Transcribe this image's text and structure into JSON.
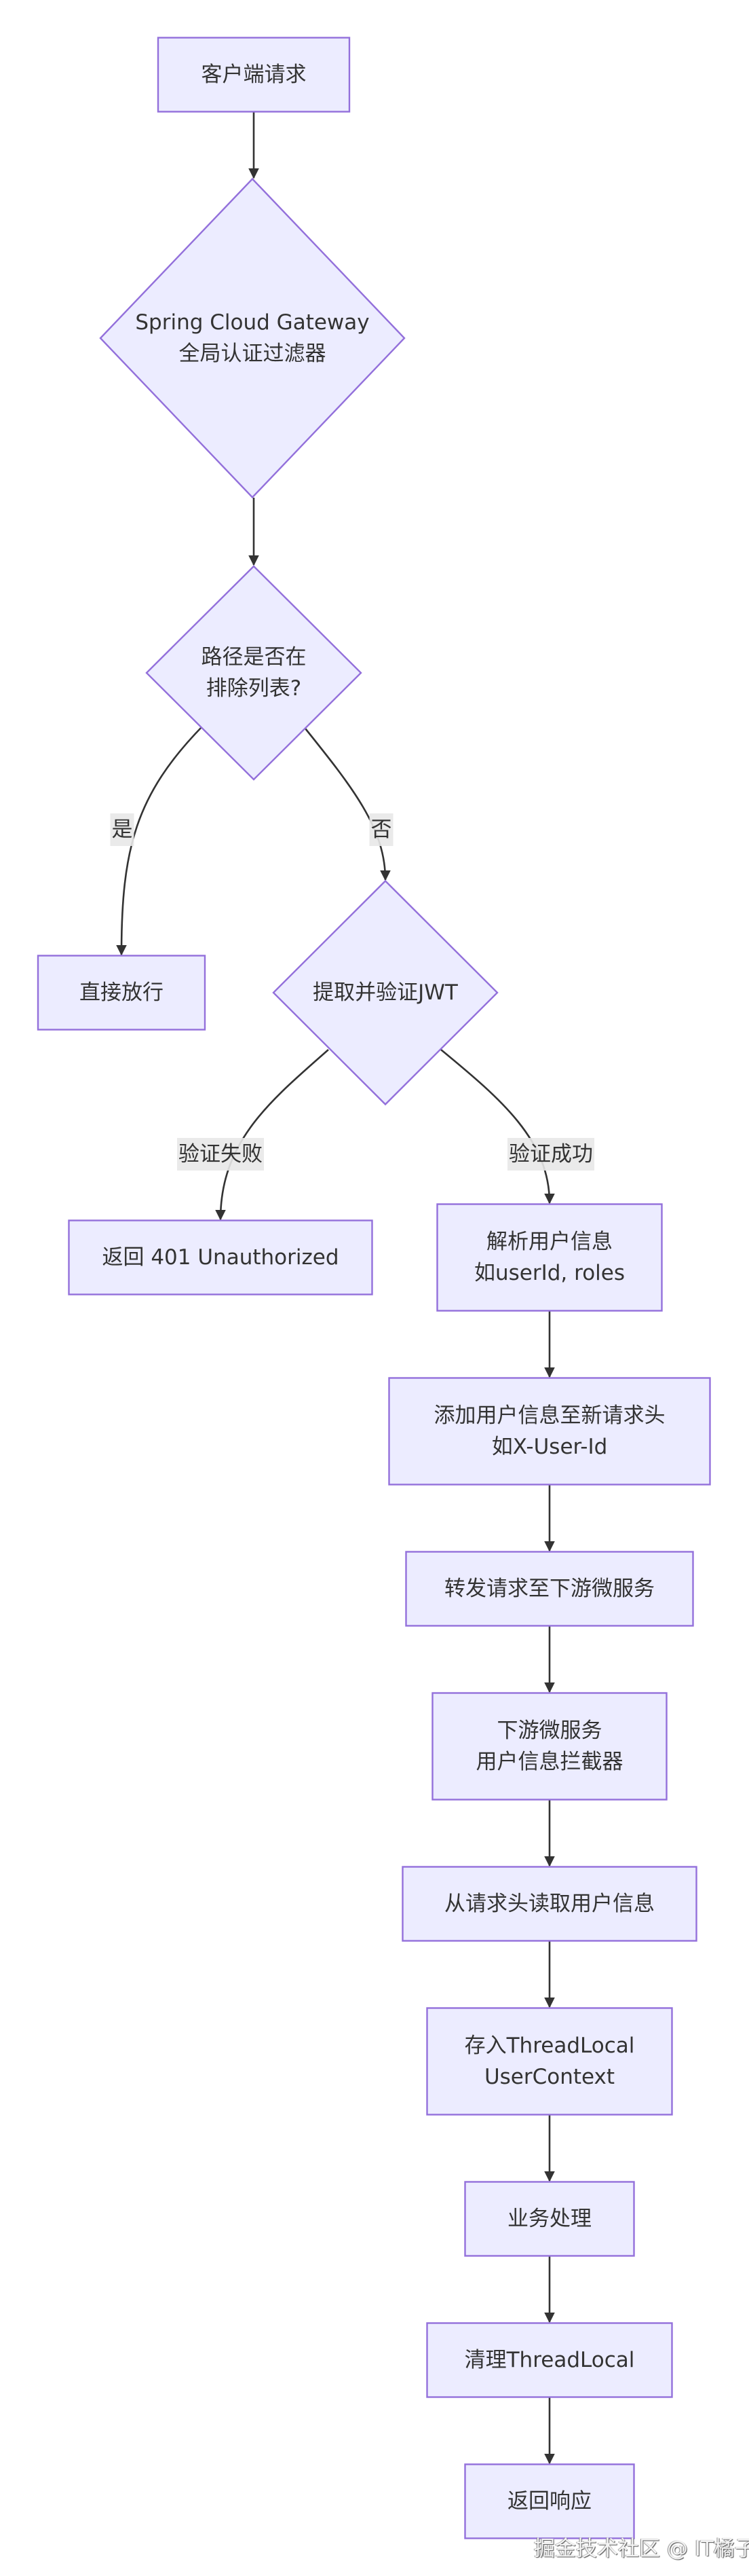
{
  "diagram": {
    "type": "flowchart",
    "direction": "top-down",
    "colors": {
      "node_fill": "#ECECFF",
      "node_stroke": "#9370DB",
      "edge": "#333333",
      "text": "#333333",
      "edge_label_bg": "#E8E8E8"
    },
    "nodes": [
      {
        "id": "client",
        "shape": "rect",
        "lines": [
          "客户端请求"
        ]
      },
      {
        "id": "gateway",
        "shape": "diamond",
        "lines": [
          "Spring Cloud Gateway",
          "全局认证过滤器"
        ]
      },
      {
        "id": "excluded",
        "shape": "diamond",
        "lines": [
          "路径是否在",
          "排除列表?"
        ]
      },
      {
        "id": "pass",
        "shape": "rect",
        "lines": [
          "直接放行"
        ]
      },
      {
        "id": "verify",
        "shape": "diamond",
        "lines": [
          "提取并验证JWT"
        ]
      },
      {
        "id": "unauth",
        "shape": "rect",
        "lines": [
          "返回 401 Unauthorized"
        ]
      },
      {
        "id": "parse",
        "shape": "rect",
        "lines": [
          "解析用户信息",
          "如userId, roles"
        ]
      },
      {
        "id": "addheader",
        "shape": "rect",
        "lines": [
          "添加用户信息至新请求头",
          "如X-User-Id"
        ]
      },
      {
        "id": "forward",
        "shape": "rect",
        "lines": [
          "转发请求至下游微服务"
        ]
      },
      {
        "id": "interceptor",
        "shape": "rect",
        "lines": [
          "下游微服务",
          "用户信息拦截器"
        ]
      },
      {
        "id": "readheader",
        "shape": "rect",
        "lines": [
          "从请求头读取用户信息"
        ]
      },
      {
        "id": "store",
        "shape": "rect",
        "lines": [
          "存入ThreadLocal",
          "UserContext"
        ]
      },
      {
        "id": "business",
        "shape": "rect",
        "lines": [
          "业务处理"
        ]
      },
      {
        "id": "cleanup",
        "shape": "rect",
        "lines": [
          "清理ThreadLocal"
        ]
      },
      {
        "id": "response",
        "shape": "rect",
        "lines": [
          "返回响应"
        ]
      }
    ],
    "edges": [
      {
        "from": "client",
        "to": "gateway",
        "label": ""
      },
      {
        "from": "gateway",
        "to": "excluded",
        "label": ""
      },
      {
        "from": "excluded",
        "to": "pass",
        "label": "是"
      },
      {
        "from": "excluded",
        "to": "verify",
        "label": "否"
      },
      {
        "from": "verify",
        "to": "unauth",
        "label": "验证失败"
      },
      {
        "from": "verify",
        "to": "parse",
        "label": "验证成功"
      },
      {
        "from": "parse",
        "to": "addheader",
        "label": ""
      },
      {
        "from": "addheader",
        "to": "forward",
        "label": ""
      },
      {
        "from": "forward",
        "to": "interceptor",
        "label": ""
      },
      {
        "from": "interceptor",
        "to": "readheader",
        "label": ""
      },
      {
        "from": "readheader",
        "to": "store",
        "label": ""
      },
      {
        "from": "store",
        "to": "business",
        "label": ""
      },
      {
        "from": "business",
        "to": "cleanup",
        "label": ""
      },
      {
        "from": "cleanup",
        "to": "response",
        "label": ""
      }
    ]
  },
  "watermark": "掘金技术社区 @ IT橘子皮"
}
